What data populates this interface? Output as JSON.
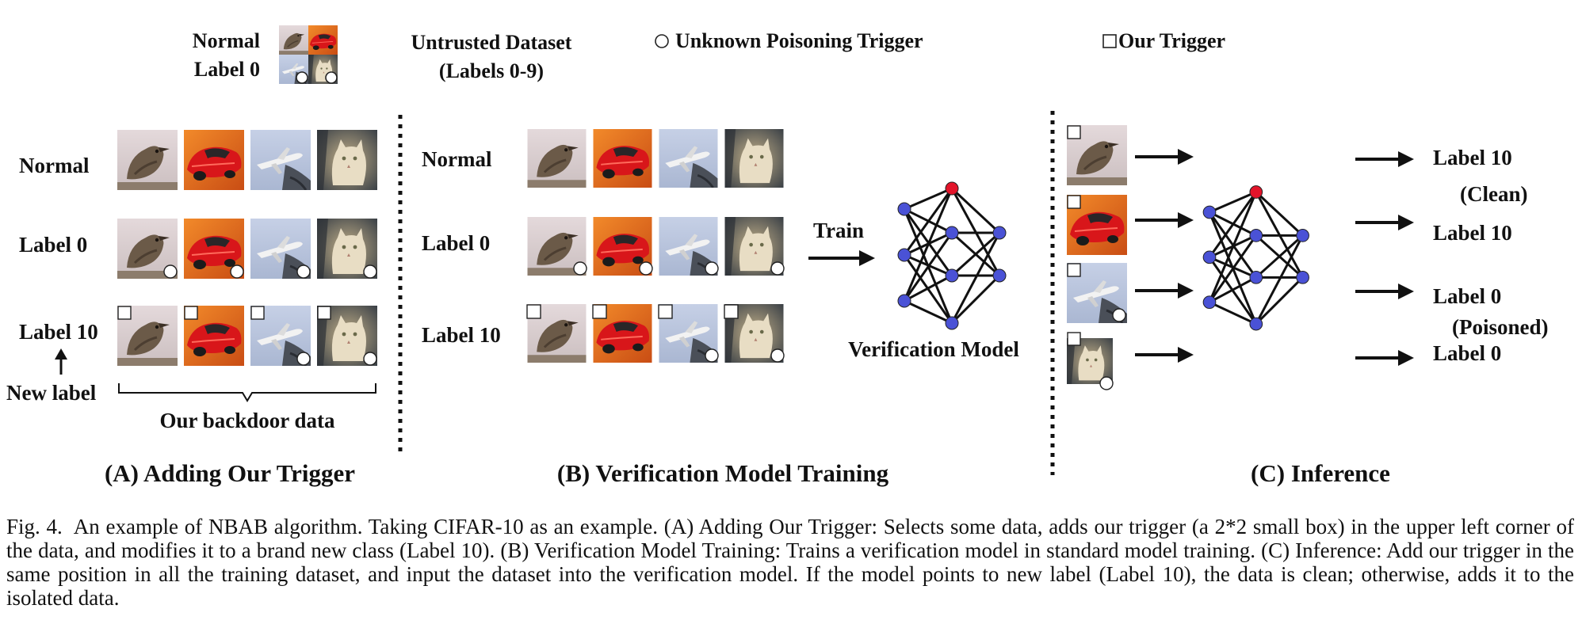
{
  "legend": {
    "normal_label_line1": "Normal",
    "normal_label_line2": "Label 0",
    "untrusted_line1": "Untrusted Dataset",
    "untrusted_line2": "(Labels 0-9)",
    "unknown_trigger": "Unknown Poisoning Trigger",
    "our_trigger": "Our Trigger"
  },
  "panel_a": {
    "row_labels": [
      "Normal",
      "Label 0",
      "Label 10"
    ],
    "new_label_text": "New label",
    "brace_caption": "Our backdoor data",
    "title": "(A) Adding Our Trigger"
  },
  "panel_b": {
    "row_labels": [
      "Normal",
      "Label 0",
      "Label 10"
    ],
    "train_label": "Train",
    "model_label": "Verification Model",
    "title": "(B) Verification Model Training"
  },
  "panel_c": {
    "outputs": [
      "Label 10",
      "(Clean)",
      "Label 10",
      "Label 0",
      "(Poisoned)",
      "Label 0"
    ],
    "title": "(C) Inference"
  },
  "caption": {
    "label": "Fig. 4.",
    "text": "An example of NBAB algorithm. Taking CIFAR-10 as an example. (A) Adding Our Trigger: Selects some data, adds our trigger (a 2*2 small box) in the upper left corner of the data, and modifies it to a brand new class (Label 10). (B) Verification Model Training: Trains a verification model in standard model training. (C) Inference: Add our trigger in the same position in all the training dataset, and input the dataset into the verification model. If the model points to new label (Label 10), the data is clean; otherwise, adds it to the isolated data."
  },
  "colors": {
    "node_blue": "#4a52d6",
    "node_red": "#e3142a",
    "edge": "#111111"
  },
  "images": [
    "bird",
    "car",
    "plane",
    "cat"
  ]
}
